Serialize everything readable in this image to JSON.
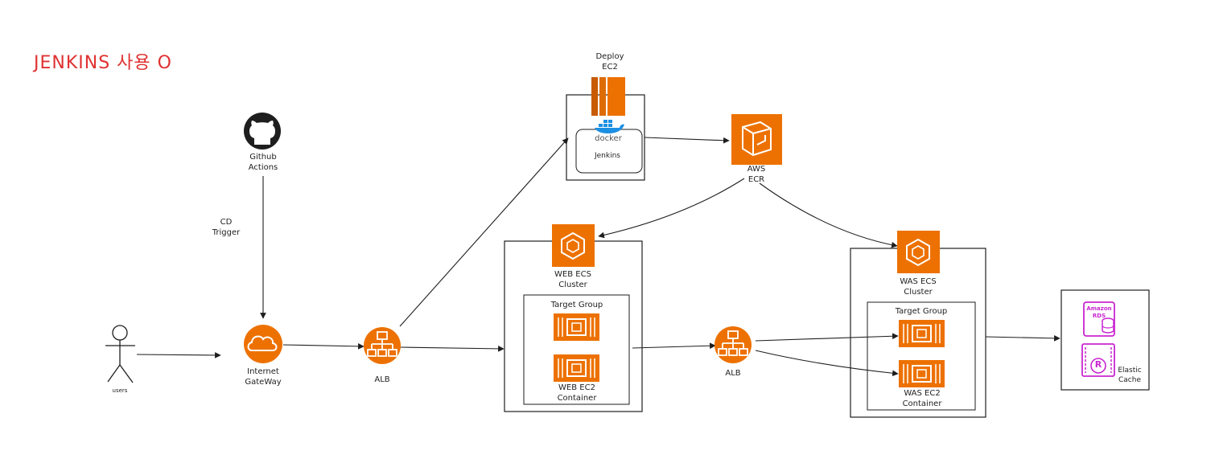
{
  "title": "JENKINS 사용 O",
  "nodes": {
    "users": "users",
    "github": "Github\nActions",
    "cd_trigger": "CD\nTrigger",
    "igw": "Internet\nGateWay",
    "alb1": "ALB",
    "deploy_ec2": "Deploy\nEC2",
    "docker": "docker",
    "jenkins": "Jenkins",
    "ecr": "AWS\nECR",
    "web_ecs": "WEB ECS\nCluster",
    "web_tg": "Target Group",
    "web_ec2": "WEB EC2\nContainer",
    "alb2": "ALB",
    "was_ecs": "WAS ECS\nCluster",
    "was_tg": "Target Group",
    "was_ec2": "WAS EC2\nContainer",
    "rds": "Amazon\nRDS",
    "elastic": "Elastic\nCache"
  },
  "colors": {
    "aws_orange": "#ed7100",
    "aws_purple": "#c925d1",
    "title_red": "#e03131",
    "stroke": "#1e1e1e"
  },
  "icons": [
    "github-icon",
    "person-icon",
    "internet-gateway-icon",
    "alb-icon",
    "ec2-icon",
    "docker-icon",
    "ecr-icon",
    "ecs-icon",
    "ec2-instance-icon",
    "rds-icon",
    "elasticache-icon"
  ]
}
